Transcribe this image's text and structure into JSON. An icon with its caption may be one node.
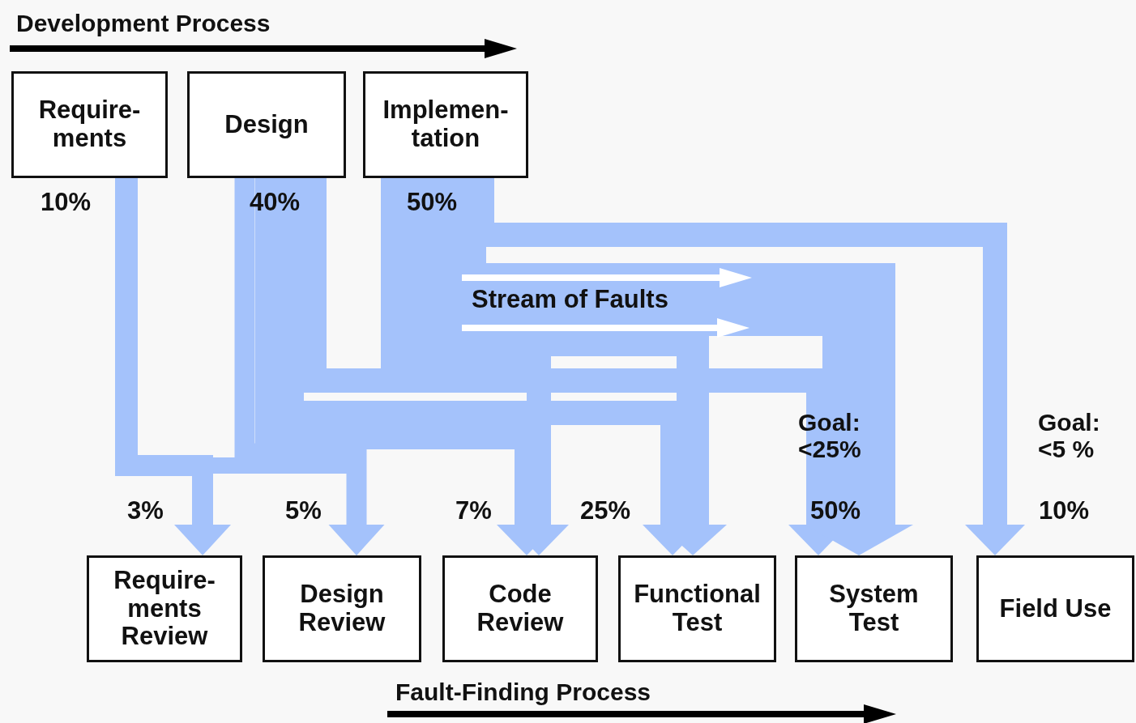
{
  "diagram": {
    "nodes": [
      {
        "text": [
          "Require- ments"
        ],
        "beside": [
          "10%"
        ]
      },
      {
        "text": [
          "Design"
        ],
        "beside": [
          "40%"
        ]
      },
      {
        "text": [
          "Implemen- tation"
        ],
        "beside": [
          "50%"
        ]
      },
      {
        "text": [
          "Require- ments Review"
        ],
        "beside": [
          "3%"
        ]
      },
      {
        "text": [
          "Design Review"
        ],
        "beside": [
          "5%"
        ]
      },
      {
        "text": [
          "Code Review"
        ],
        "beside": [
          "7%"
        ]
      },
      {
        "text": [
          "Functional Test"
        ],
        "beside": [
          "25%"
        ]
      },
      {
        "text": [
          "System Test"
        ],
        "beside": [
          "50%"
        ]
      },
      {
        "text": [
          "Field Use"
        ],
        "beside": [
          "10%"
        ]
      }
    ],
    "edges": [
      {
        "from": 0,
        "to": 3,
        "arrow": "to"
      },
      {
        "from": 0,
        "to": 4,
        "arrow": "to"
      },
      {
        "from": 1,
        "to": 4,
        "arrow": "to"
      },
      {
        "from": 1,
        "to": 5,
        "arrow": "to"
      },
      {
        "from": 1,
        "to": 6,
        "arrow": "to"
      },
      {
        "from": 1,
        "to": 7,
        "arrow": "to"
      },
      {
        "from": 2,
        "to": 5,
        "arrow": "to"
      },
      {
        "from": 2,
        "to": 6,
        "arrow": "to"
      },
      {
        "from": 2,
        "to": 7,
        "arrow": "to"
      },
      {
        "from": 2,
        "to": 8,
        "arrow": "to"
      }
    ],
    "labels": [
      "Development Process",
      "Stream of Faults",
      "Goal: <25%",
      "Goal: <5 %",
      "Fault-Finding Process"
    ]
  }
}
